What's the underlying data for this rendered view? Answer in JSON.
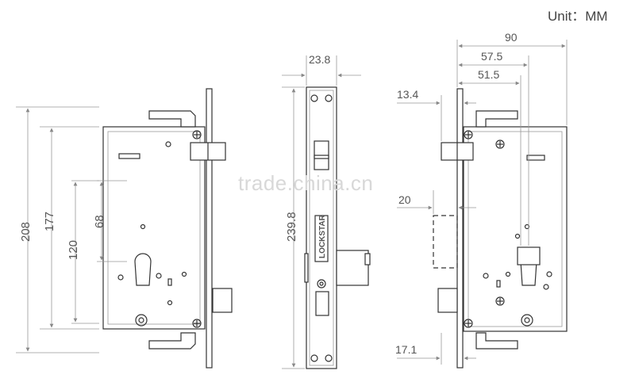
{
  "unit_label": "Unit：MM",
  "watermark": "trade.china.cn",
  "brand_plate": "LOCKSTAR",
  "left_view": {
    "dims": {
      "overall_height": "208",
      "case_height": "177",
      "spindle_to_cylinder": "120",
      "latch_to_cylinder": "68"
    }
  },
  "front_view": {
    "dims": {
      "faceplate_width": "23.8",
      "faceplate_height": "239.8"
    }
  },
  "right_view": {
    "dims": {
      "total_depth": "90",
      "backset": "57.5",
      "cylinder_offset": "51.5",
      "latch_projection": "13.4",
      "deadbolt_projection": "20",
      "faceplate_offset": "17.1"
    }
  }
}
